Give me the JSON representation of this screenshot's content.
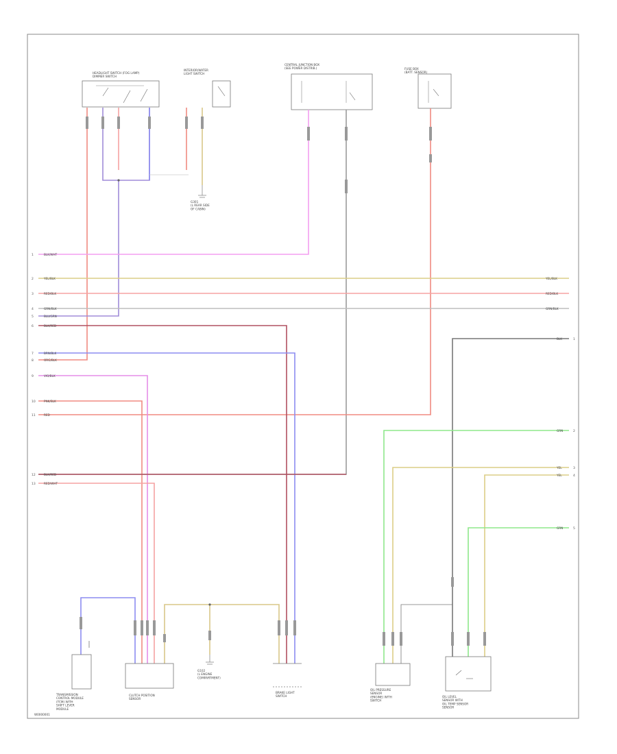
{
  "diagram": {
    "corner_code": "W0000001",
    "top_components": [
      {
        "id": "headlight-switch",
        "label": "HEADLIGHT SWITCH (FOG LAMP)\nDIMMER SWITCH"
      },
      {
        "id": "hazard-switch",
        "label": "INTERIOR/WATER\nLIGHT SWITCH"
      },
      {
        "id": "central-junction",
        "label": "CENTRAL JUNCTION BOX\n(SEE POWER DISTRIB.)"
      },
      {
        "id": "fuse-box",
        "label": "FUSE BOX\n(BATT. SENSOR)"
      }
    ],
    "ground_top": {
      "label": "G301\n(L REAR SIDE\nOF CABIN)"
    },
    "bus_lines": [
      {
        "id": "l1",
        "label": "BLK/WHT",
        "num": "1"
      },
      {
        "id": "l2",
        "label": "YEL/BLK",
        "num": "2",
        "right_label": "YEL/BLK"
      },
      {
        "id": "l3",
        "label": "RED/BLK",
        "num": "3",
        "right_label": "RED/BLK"
      },
      {
        "id": "l4",
        "label": "GRN/BLK",
        "num": "4",
        "right_label": "GRN/BLK"
      },
      {
        "id": "l5",
        "label": "BLU/GRN",
        "num": "5"
      },
      {
        "id": "l6",
        "label": "BLK/RED",
        "num": "6"
      },
      {
        "id": "l7",
        "label": "BRN/BLK",
        "num": "7"
      },
      {
        "id": "l8",
        "label": "ORG/BLK",
        "num": "8"
      },
      {
        "id": "l9",
        "label": "VIO/BLK",
        "num": "9"
      },
      {
        "id": "l10",
        "label": "PNK/BLK",
        "num": "10"
      },
      {
        "id": "l11",
        "label": "RED",
        "num": "11"
      },
      {
        "id": "l12",
        "label": "BLK/RED",
        "num": "12"
      },
      {
        "id": "l13",
        "label": "RED/WHT",
        "num": "13"
      }
    ],
    "right_wires": [
      {
        "id": "r1",
        "label": "BLK",
        "num": "1"
      },
      {
        "id": "r2",
        "label": "GRN",
        "num": "2"
      },
      {
        "id": "r3",
        "label": "YEL",
        "num": "3"
      },
      {
        "id": "r4",
        "label": "YEL",
        "num": "4"
      },
      {
        "id": "r5",
        "label": "GRN",
        "num": "5"
      }
    ],
    "bottom_components": [
      {
        "id": "tcm",
        "label": "TRANSMISSION\nCONTROL MODULE\n(TCM) WITH\nSHIFT LEVER\nMODULE"
      },
      {
        "id": "clutch-sensor",
        "label": "CLUTCH POSITION\nSENSOR"
      },
      {
        "id": "brake-switch",
        "label": "BRAKE LIGHT\nSWITCH"
      },
      {
        "id": "oil-pressure",
        "label": "OIL PRESSURE\nSENSOR\n(ENGINE) WITH\nSWITCH"
      },
      {
        "id": "oil-level",
        "label": "OIL LEVEL\nSENSOR WITH\nOIL TEMP SENSOR\nSENSOR"
      }
    ],
    "ground_bottom": {
      "label": "G102\n(L ENGINE\nCOMPARTMENT)"
    },
    "colors": {
      "red": "#f08a80",
      "salmon": "#f5a2a2",
      "pink": "#f49ef0",
      "magenta": "#e58de8",
      "violet": "#a08cd8",
      "blue": "#8c8cf0",
      "tan": "#d9c788",
      "gray": "#9a9a9a",
      "darkred": "#b05060",
      "green": "#8ee88a",
      "darkgray": "#777777",
      "yellow": "#dccd86"
    }
  }
}
